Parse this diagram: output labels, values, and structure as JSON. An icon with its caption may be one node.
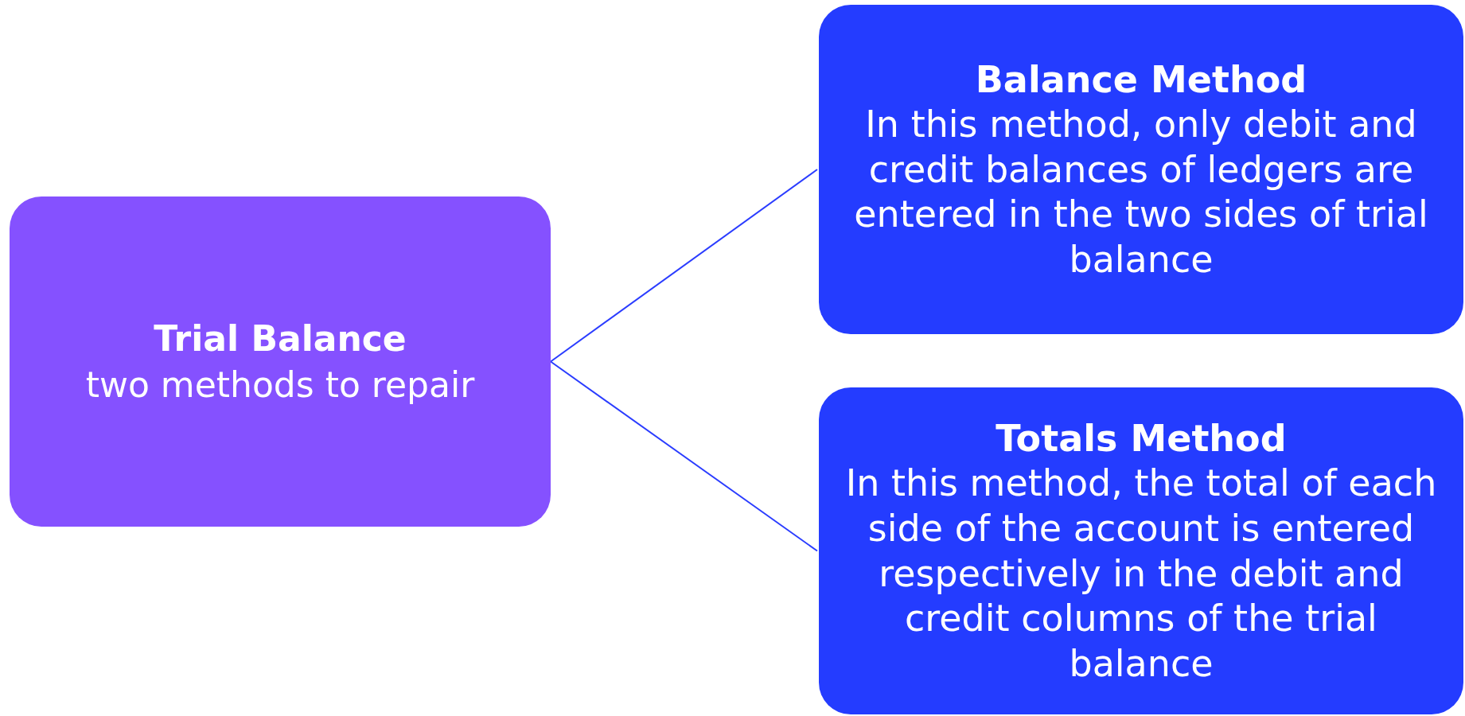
{
  "diagram": {
    "nodes": [
      {
        "text": [
          "Trial Balance",
          "two methods to repair"
        ]
      },
      {
        "text": [
          "Balance Method",
          "In this method, only debit and credit balances of ledgers are entered in the two sides of trial balance"
        ]
      },
      {
        "text": [
          "Totals Method",
          "In this method, the total of each side of the account is entered respectively in the debit and credit columns of the trial balance"
        ]
      }
    ],
    "edges": [
      {
        "from": 0,
        "to": 1,
        "arrow": "none"
      },
      {
        "from": 0,
        "to": 2,
        "arrow": "none"
      }
    ]
  }
}
